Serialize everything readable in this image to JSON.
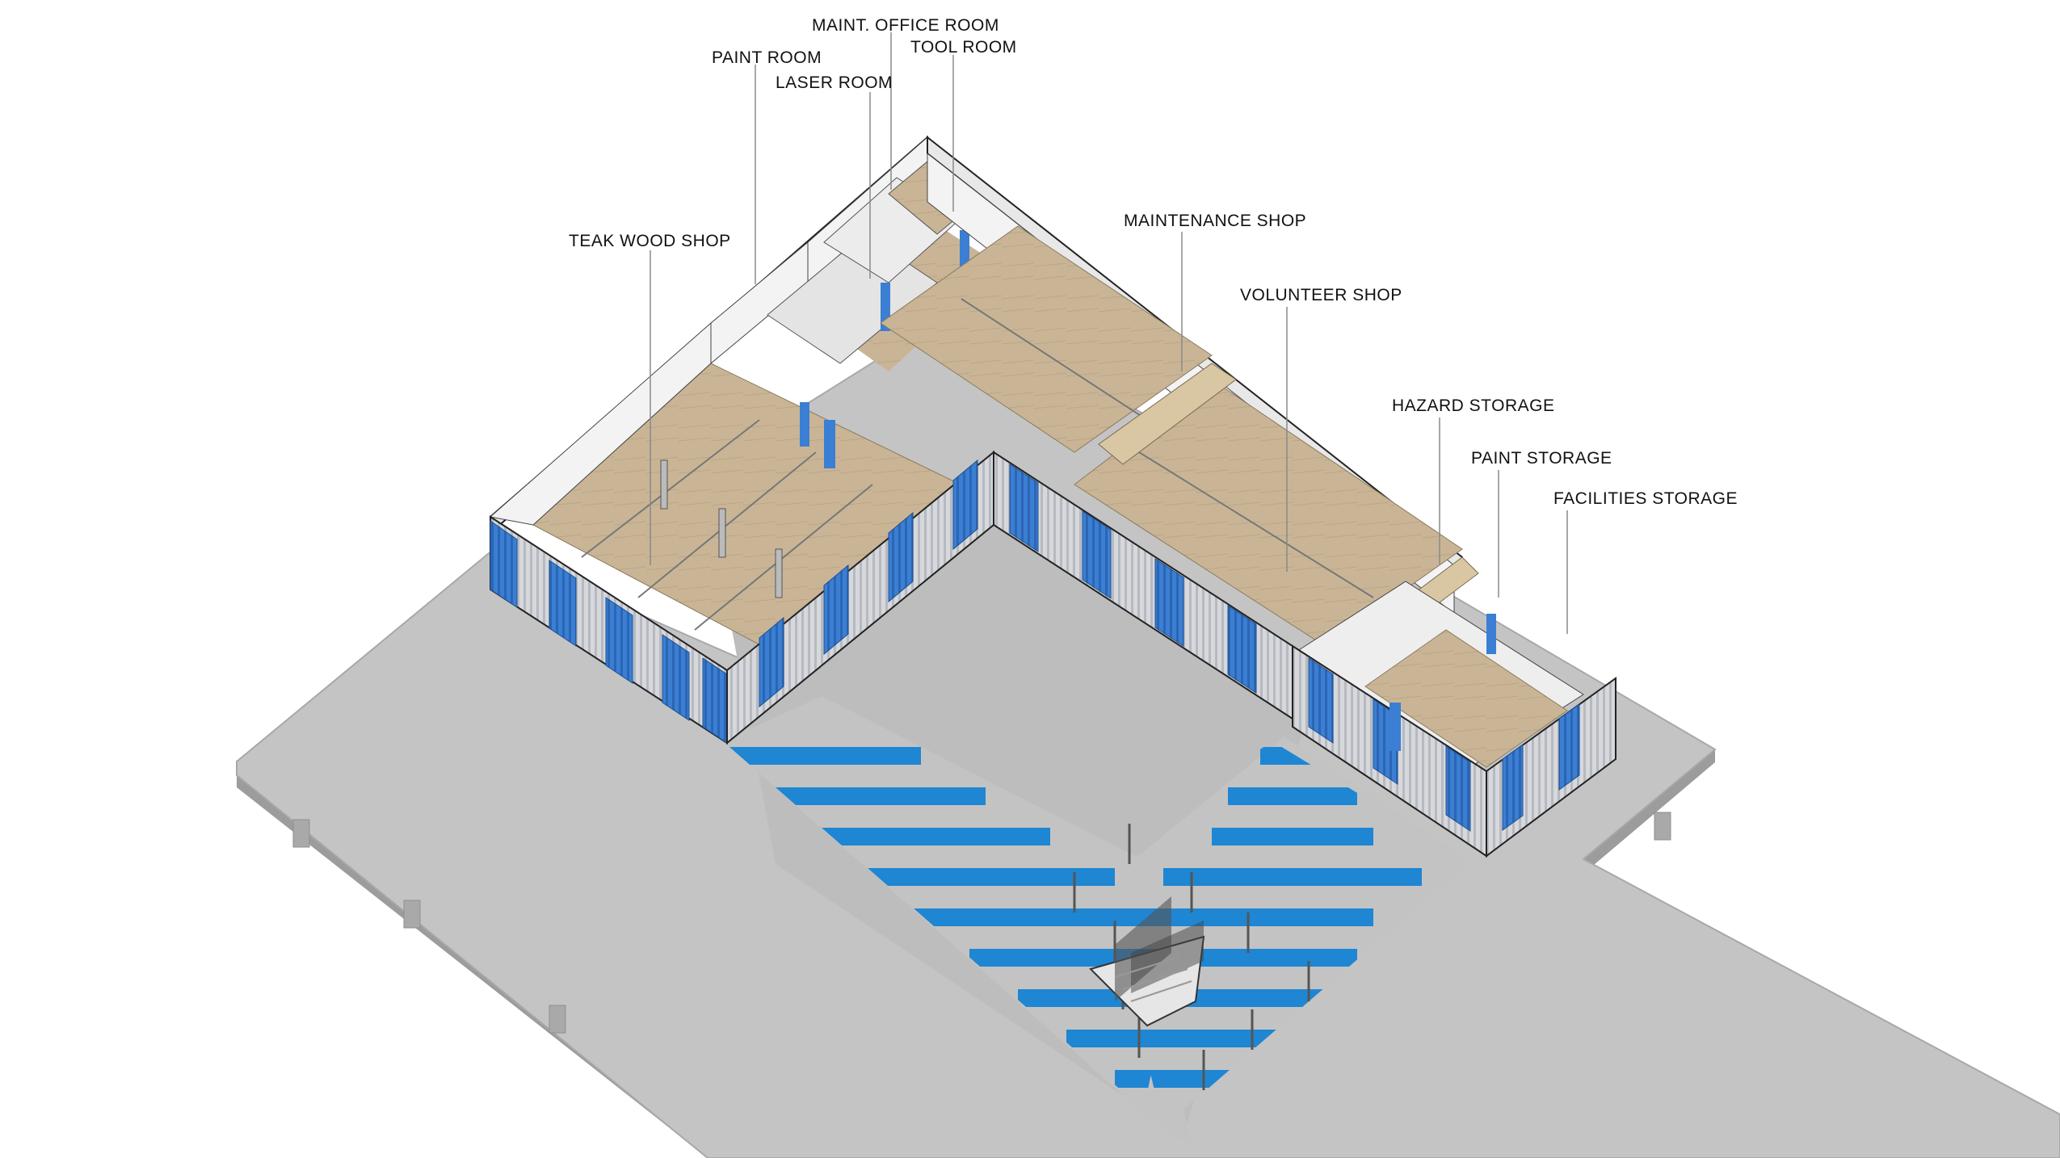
{
  "colors": {
    "background": "#ffffff",
    "platform_top": "#c4c4c4",
    "platform_edge": "#9c9c9c",
    "wall_white": "#f3f3f3",
    "floor_wood": "#c9b596",
    "container_blue": "#3a7fd4",
    "container_grey": "#c9ccd2",
    "stripe_blue": "#1e86d2",
    "leader_line": "#8a8a8a",
    "label_text": "#111111"
  },
  "labels": {
    "maint_office_room": "MAINT. OFFICE ROOM",
    "tool_room": "TOOL ROOM",
    "paint_room": "PAINT ROOM",
    "laser_room": "LASER ROOM",
    "teak_wood_shop": "TEAK WOOD SHOP",
    "maintenance_shop": "MAINTENANCE SHOP",
    "volunteer_shop": "VOLUNTEER SHOP",
    "hazard_storage": "HAZARD STORAGE",
    "paint_storage": "PAINT STORAGE",
    "facilities_storage": "FACILITIES STORAGE"
  }
}
